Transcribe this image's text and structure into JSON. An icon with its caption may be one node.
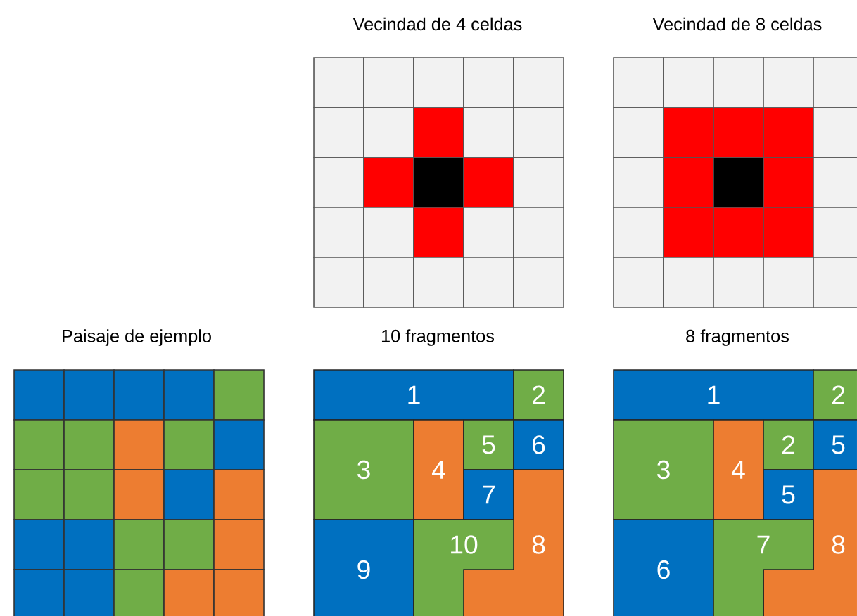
{
  "diagram": {
    "nodes": [
      {
        "text": [
          "1"
        ]
      },
      {
        "text": [
          "2"
        ]
      },
      {
        "text": [
          "3"
        ]
      },
      {
        "text": [
          "4"
        ]
      },
      {
        "text": [
          "5"
        ]
      },
      {
        "text": [
          "6"
        ]
      },
      {
        "text": [
          "7"
        ]
      },
      {
        "text": [
          "8"
        ]
      },
      {
        "text": [
          "9"
        ]
      },
      {
        "text": [
          "10"
        ]
      },
      {
        "text": [
          "1"
        ]
      },
      {
        "text": [
          "2"
        ]
      },
      {
        "text": [
          "3"
        ]
      },
      {
        "text": [
          "4"
        ]
      },
      {
        "text": [
          "2"
        ]
      },
      {
        "text": [
          "5"
        ]
      },
      {
        "text": [
          "5"
        ]
      },
      {
        "text": [
          "8"
        ]
      },
      {
        "text": [
          "6"
        ]
      },
      {
        "text": [
          "7"
        ]
      }
    ],
    "labels": [
      "Vecindad de 4 celdas",
      "Vecindad de 8 celdas",
      "Paisaje de ejemplo",
      "10 fragmentos",
      "8 fragmentos"
    ]
  }
}
